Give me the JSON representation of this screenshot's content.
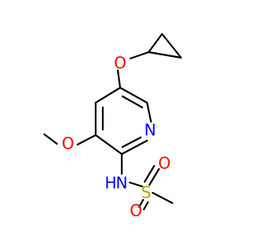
{
  "molecule": {
    "atoms": {
      "ether_oxygen": "O",
      "methoxy_oxygen": "O",
      "ring_nitrogen": "N",
      "amine_nitrogen": "N",
      "amine_hydrogen": "H",
      "sulfur": "S",
      "sulfonyl_oxygen_top": "O",
      "sulfonyl_oxygen_bottom": "O"
    },
    "colors": {
      "bond": "#000000",
      "oxygen": "#ff0000",
      "nitrogen": "#0000ff",
      "sulfur": "#b8a000"
    }
  }
}
